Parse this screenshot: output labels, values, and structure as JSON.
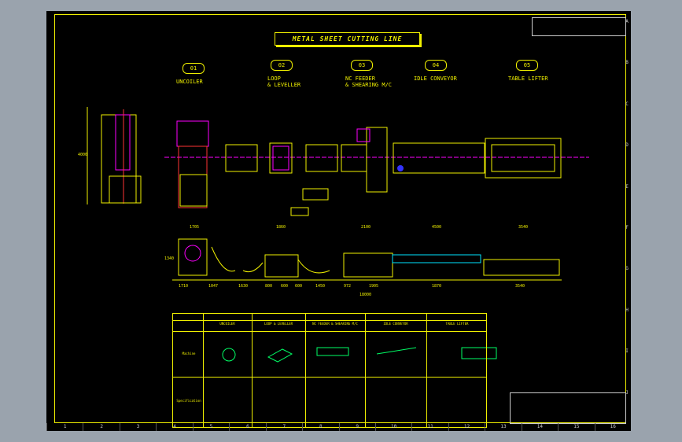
{
  "drawing": {
    "title": "METAL SHEET CUTTING LINE",
    "stages": [
      {
        "num": "01",
        "label": "UNCOILER"
      },
      {
        "num": "02",
        "label": "LOOP\n& LEVELLER"
      },
      {
        "num": "03",
        "label": "NC FEEDER\n& SHEARING M/C"
      },
      {
        "num": "04",
        "label": "IDLE CONVEYOR"
      },
      {
        "num": "05",
        "label": "TABLE LIFTER"
      }
    ],
    "top_dims": [
      "1705",
      "1860",
      "2100",
      "4500",
      "3540"
    ],
    "bottom_dims": [
      "1710",
      "1047",
      "1630",
      "800",
      "600",
      "600",
      "1450",
      "972",
      "1905",
      "1870",
      "3540"
    ],
    "overall_dim": "18000",
    "side_dim": "4000",
    "height_dim": "1340"
  },
  "grid": {
    "columns": [
      "1",
      "2",
      "3",
      "4",
      "5",
      "6",
      "7",
      "8",
      "9",
      "10",
      "11",
      "12",
      "13",
      "14",
      "15",
      "16"
    ],
    "rows": [
      "A",
      "B",
      "C",
      "D",
      "E",
      "F",
      "G",
      "H",
      "I",
      "J"
    ]
  },
  "spec_table": {
    "headers": [
      "UNCOILER",
      "LOOP & LEVELLER",
      "NC FEEDER & SHEARING M/C",
      "IDLE CONVEYOR",
      "TABLE LIFTER"
    ],
    "row_labels": [
      "Machine",
      "Specification"
    ]
  },
  "colors": {
    "line": "#f0f000",
    "accent": "#ff00ff",
    "center": "#ff3333",
    "cyan": "#00e5ff",
    "background": "#000000"
  }
}
